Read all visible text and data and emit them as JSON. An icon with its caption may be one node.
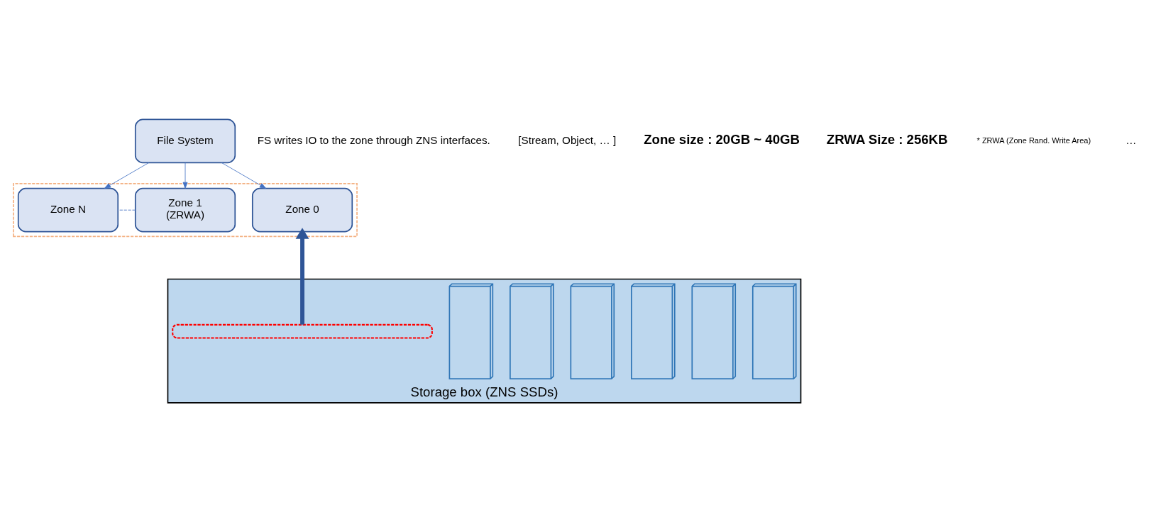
{
  "diagram": {
    "nodes": [
      {
        "text": [
          "File System"
        ],
        "beside": [
          "FS writes IO to the zone through ZNS interfaces."
        ]
      },
      {
        "text": [],
        "shape": "box"
      },
      {
        "text": [
          "Zone 0"
        ],
        "in": 1
      },
      {
        "text": [
          "Zone 1",
          "(ZRWA)"
        ],
        "in": 1
      },
      {
        "text": [
          "Zone N"
        ],
        "in": 1
      },
      {
        "text": [
          "Storage box (ZNS SSDs)"
        ]
      },
      {
        "text": [],
        "shape": "box",
        "in": 5
      },
      {
        "text": [],
        "shape": "box",
        "in": 5
      },
      {
        "text": [],
        "shape": "box",
        "in": 5
      },
      {
        "text": [],
        "shape": "box",
        "in": 5
      },
      {
        "text": [],
        "shape": "box",
        "in": 5
      },
      {
        "text": [],
        "shape": "box",
        "in": 5
      },
      {
        "text": [],
        "shape": "box",
        "in": 5
      }
    ],
    "edges": [
      {
        "from": 0,
        "to": 2,
        "arrow": "to"
      },
      {
        "from": 0,
        "to": 3,
        "arrow": "to"
      },
      {
        "from": 0,
        "to": 4,
        "arrow": "to"
      },
      {
        "from": 3,
        "to": 4,
        "arrow": "none",
        "style": "dashed"
      },
      {
        "from": 12,
        "to": 2,
        "arrow": "to",
        "style": "thick",
        "color": "#2f5597"
      }
    ],
    "labels": [
      "[Stream, Object, … ]",
      "Zone size : 20GB ~ 40GB",
      "ZRWA Size : 256KB",
      "* ZRWA (Zone Rand. Write Area)",
      "…"
    ]
  }
}
